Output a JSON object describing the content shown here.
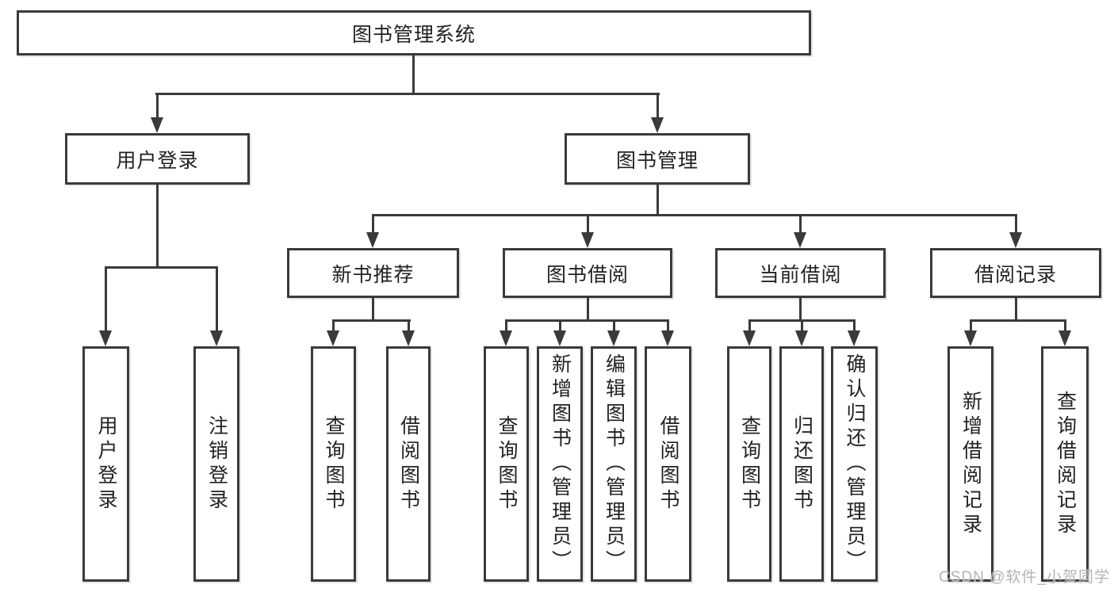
{
  "colors": {
    "line": "#3a3a3a",
    "box_border": "#3a3a3a",
    "text": "#222222",
    "watermark": "#b3b3b3",
    "background": "#ffffff"
  },
  "root": {
    "label": "图书管理系统"
  },
  "level2": [
    {
      "label": "用户登录"
    },
    {
      "label": "图书管理"
    }
  ],
  "level3": [
    {
      "label": "新书推荐"
    },
    {
      "label": "图书借阅"
    },
    {
      "label": "当前借阅"
    },
    {
      "label": "借阅记录"
    }
  ],
  "leaves": [
    {
      "label": "用户登录"
    },
    {
      "label": "注销登录"
    },
    {
      "label": "查询图书"
    },
    {
      "label": "借阅图书"
    },
    {
      "label": "查询图书"
    },
    {
      "label": "新增图书（管理员）"
    },
    {
      "label": "编辑图书（管理员）"
    },
    {
      "label": "借阅图书"
    },
    {
      "label": "查询图书"
    },
    {
      "label": "归还图书"
    },
    {
      "label": "确认归还（管理员）"
    },
    {
      "label": "新增借阅记录"
    },
    {
      "label": "查询借阅记录"
    }
  ],
  "watermark": "CSDN @软件_小贺同学"
}
